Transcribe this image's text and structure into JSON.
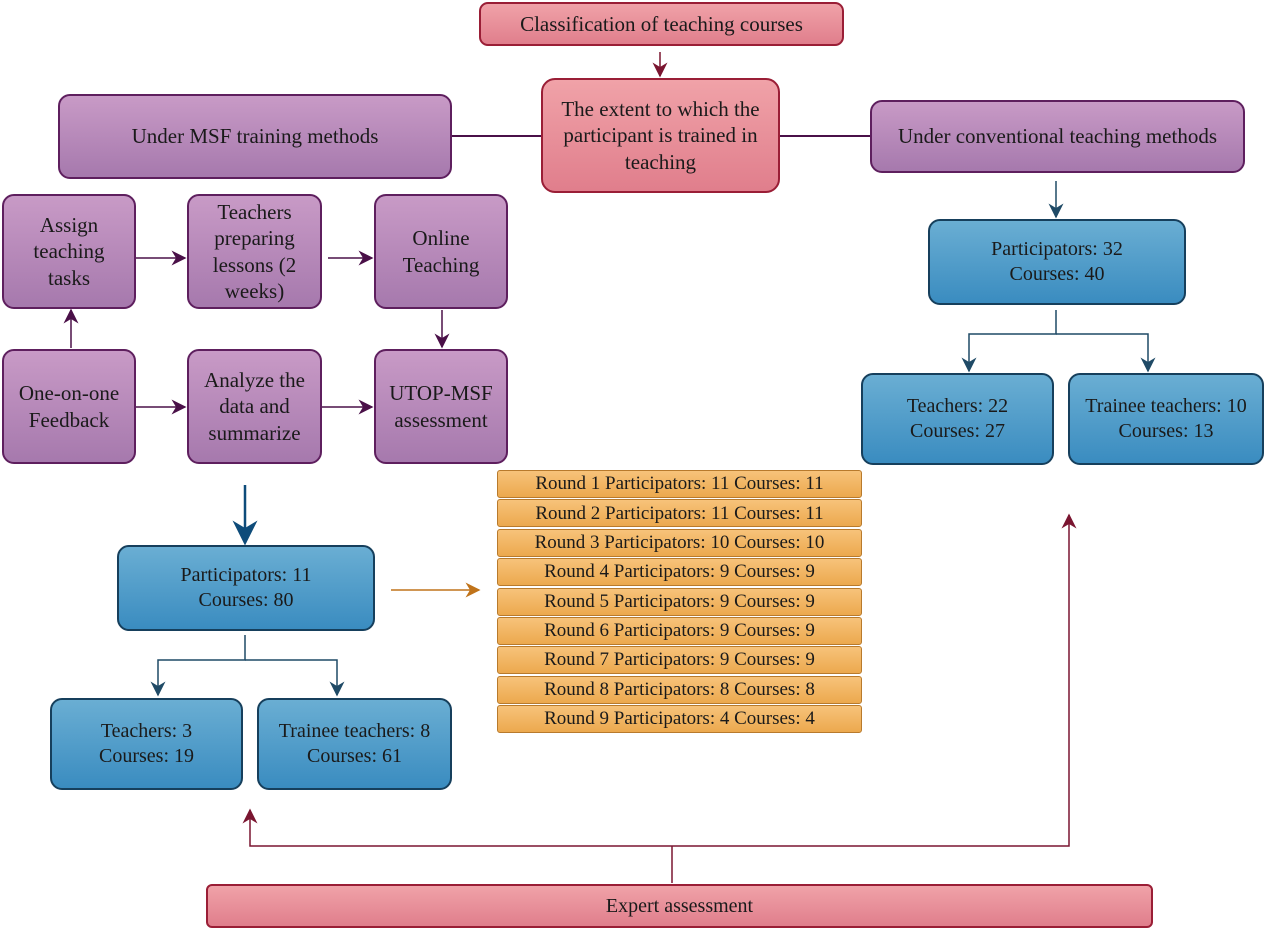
{
  "title": "Classification of teaching courses",
  "center": "The extent to which the participant is trained in teaching",
  "msf": {
    "label": "Under MSF training methods",
    "steps": {
      "assign": "Assign teaching tasks",
      "prepare": "Teachers preparing lessons (2 weeks)",
      "online": "Online Teaching",
      "feedback": "One-on-one Feedback",
      "analyze": "Analyze the data and summarize",
      "utop": "UTOP-MSF assessment"
    },
    "total": {
      "participators": "Participators: 11",
      "courses": "Courses: 80"
    },
    "teachers": {
      "label": "Teachers: 3",
      "courses": "Courses: 19"
    },
    "trainees": {
      "label": "Trainee teachers: 8",
      "courses": "Courses: 61"
    },
    "rounds": [
      "Round 1 Participators: 11 Courses: 11",
      "Round 2 Participators: 11 Courses: 11",
      "Round 3 Participators: 10 Courses: 10",
      "Round 4 Participators: 9 Courses: 9",
      "Round 5 Participators: 9 Courses: 9",
      "Round 6 Participators: 9 Courses: 9",
      "Round 7 Participators: 9 Courses: 9",
      "Round 8 Participators: 8 Courses: 8",
      "Round 9 Participators: 4 Courses: 4"
    ]
  },
  "conventional": {
    "label": "Under conventional teaching methods",
    "total": {
      "participators": "Participators: 32",
      "courses": "Courses: 40"
    },
    "teachers": {
      "label": "Teachers: 22",
      "courses": "Courses: 27"
    },
    "trainees": {
      "label": "Trainee teachers: 10",
      "courses": "Courses: 13"
    }
  },
  "expert": "Expert assessment",
  "colors": {
    "pink": "#e8909a",
    "purple": "#b88abb",
    "blue": "#4f9dc9",
    "orange": "#f2b660",
    "dark_red_line": "#7a1530",
    "purple_line": "#4a1048",
    "blue_line": "#1f4a66",
    "orange_line": "#c0731a"
  }
}
